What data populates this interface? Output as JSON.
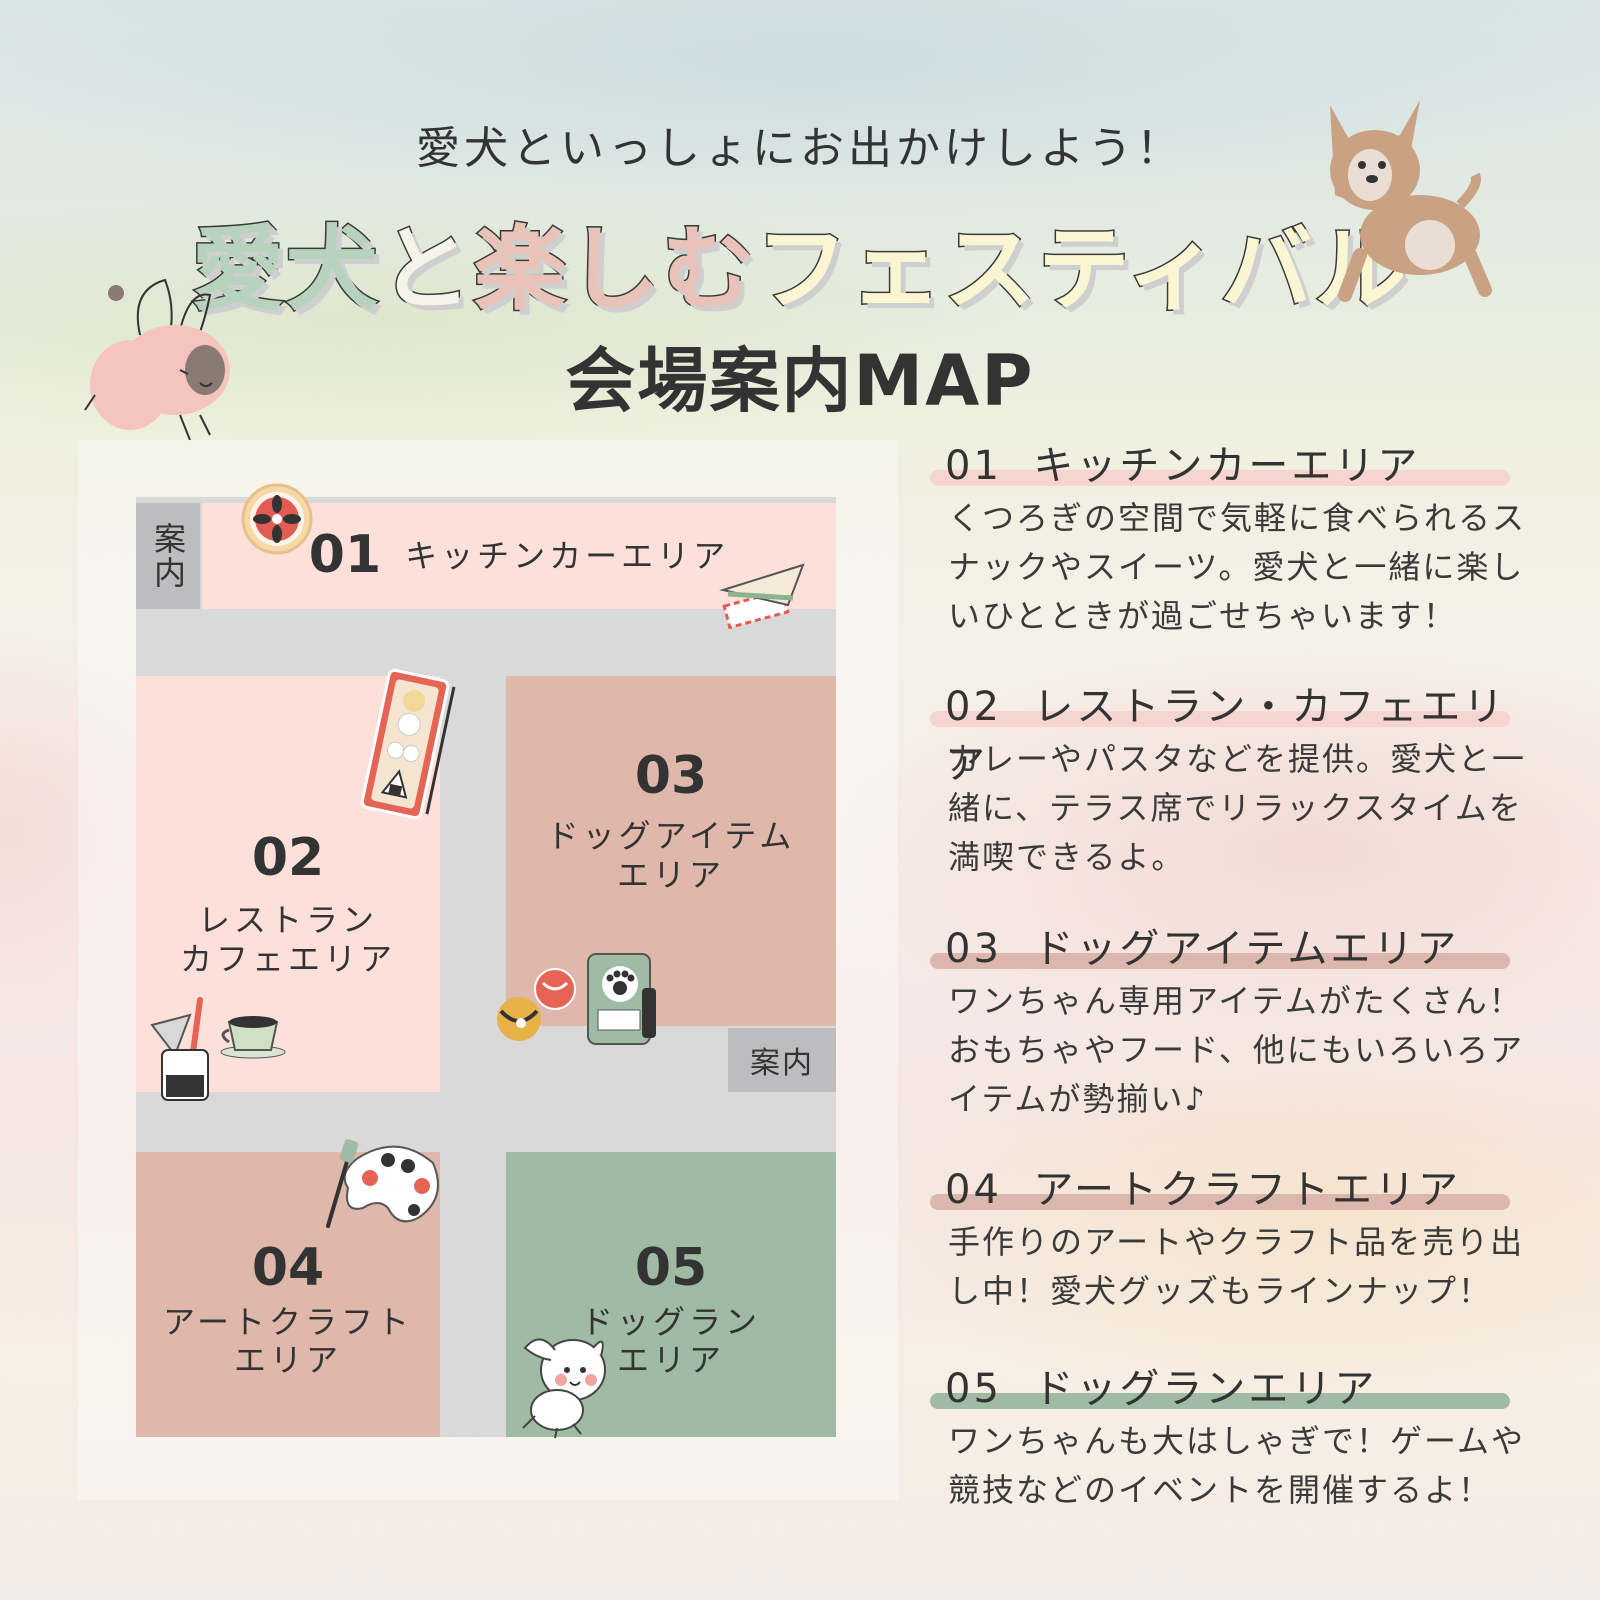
{
  "header": {
    "tagline": "愛犬といっしょにお出かけしよう！",
    "title_parts": [
      "愛犬",
      "と",
      "楽しむ",
      "フェスティバル"
    ],
    "title_colors": [
      "#b7d3bd",
      "#f6f3ea",
      "#e9c3b8",
      "#faf6d4"
    ],
    "subtitle": "会場案内MAP"
  },
  "map": {
    "info_label": "案内",
    "areas": [
      {
        "num": "01",
        "name": "キッチンカーエリア",
        "color": "#fde0da"
      },
      {
        "num": "02",
        "name_lines": [
          "レストラン",
          "カフェエリア"
        ],
        "color": "#fde0da"
      },
      {
        "num": "03",
        "name_lines": [
          "ドッグアイテム",
          "エリア"
        ],
        "color": "#dfb8ab"
      },
      {
        "num": "04",
        "name_lines": [
          "アートクラフト",
          "エリア"
        ],
        "color": "#dfb8ab"
      },
      {
        "num": "05",
        "name_lines": [
          "ドッグラン",
          "エリア"
        ],
        "color": "#9fbba4"
      }
    ]
  },
  "legend": [
    {
      "num": "01",
      "title": "キッチンカーエリア",
      "bar_color": "#f6d4cf",
      "lines": [
        "くつろぎの空間で気軽に食べられるス",
        "ナックやスイーツ。愛犬と一緒に楽し",
        "いひとときが過ごせちゃいます！"
      ]
    },
    {
      "num": "02",
      "title": "レストラン・カフェエリア",
      "bar_color": "#f6d4cf",
      "lines": [
        "カレーやパスタなどを提供。愛犬と一",
        "緒に、テラス席でリラックスタイムを",
        "満喫できるよ。"
      ]
    },
    {
      "num": "03",
      "title": "ドッグアイテムエリア",
      "bar_color": "#dcb7ae",
      "lines": [
        "ワンちゃん専用アイテムがたくさん！",
        "おもちゃやフード、他にもいろいろア",
        "イテムが勢揃い♪"
      ]
    },
    {
      "num": "04",
      "title": "アートクラフトエリア",
      "bar_color": "#dcb7ae",
      "lines": [
        "手作りのアートやクラフト品を売り出",
        "し中！愛犬グッズもラインナップ！"
      ]
    },
    {
      "num": "05",
      "title": "ドッグランエリア",
      "bar_color": "#9fbba4",
      "lines": [
        "ワンちゃんも大はしゃぎで！ゲームや",
        "競技などのイベントを開催するよ！"
      ]
    }
  ]
}
